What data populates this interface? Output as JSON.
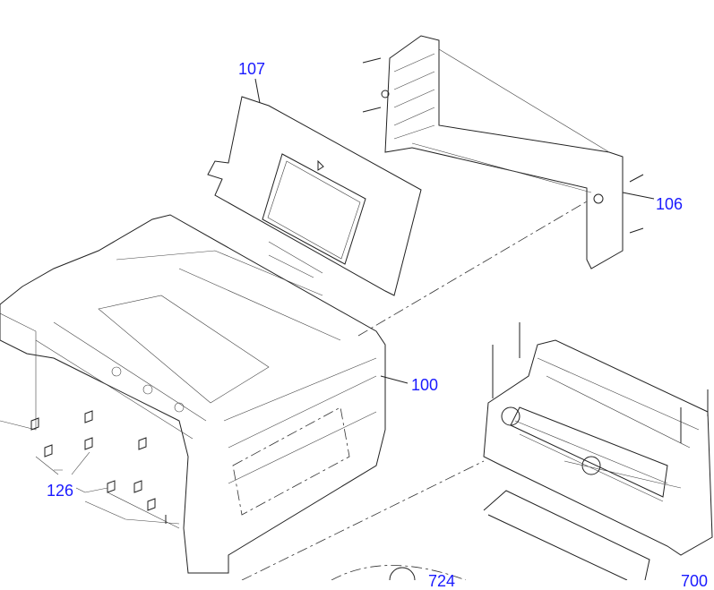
{
  "diagram": {
    "type": "exploded-parts-view",
    "callouts": [
      {
        "id": "107",
        "label": "107"
      },
      {
        "id": "106",
        "label": "106"
      },
      {
        "id": "100",
        "label": "100"
      },
      {
        "id": "126",
        "label": "126"
      },
      {
        "id": "724",
        "label": "724"
      },
      {
        "id": "700",
        "label": "700"
      }
    ],
    "colors": {
      "callout": "#1a1aff",
      "line": "#222222"
    }
  }
}
